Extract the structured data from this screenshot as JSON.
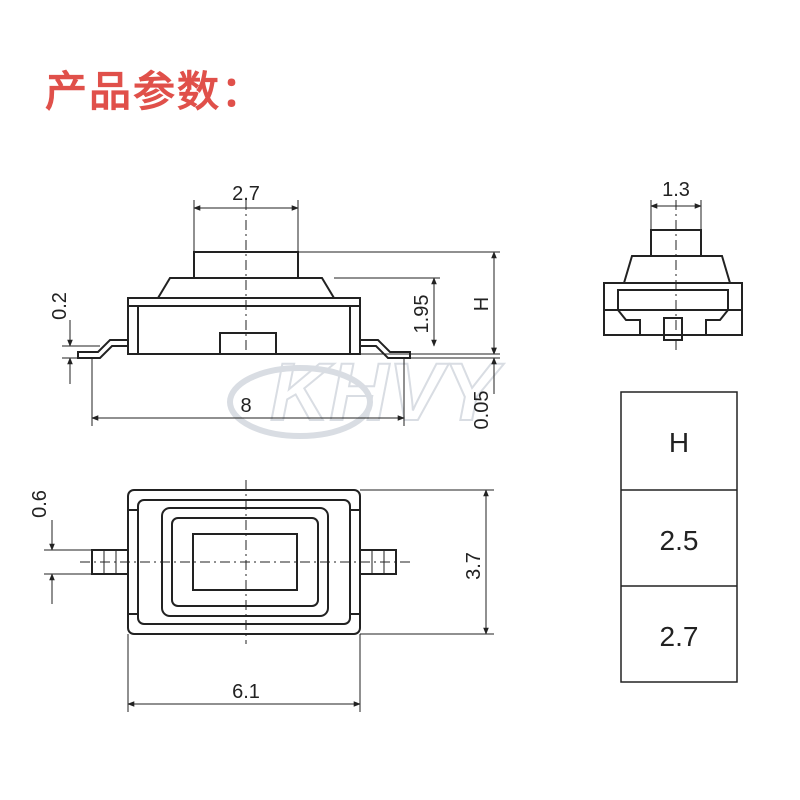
{
  "title": "产品参数：",
  "watermark": "KHVY",
  "dimensions": {
    "top_width": "2.7",
    "side_width": "1.3",
    "lead_height": "0.2",
    "body_height": "1.95",
    "total_height_label": "H",
    "standoff": "0.05",
    "length": "8",
    "pin_width": "0.6",
    "body_width": "3.7",
    "body_length": "6.1"
  },
  "height_table": {
    "header": "H",
    "values": [
      "2.5",
      "2.7"
    ]
  },
  "colors": {
    "title": "#e0504a",
    "line": "#222222",
    "body_fill": "#ffffff",
    "watermark": "#d9dde3"
  }
}
